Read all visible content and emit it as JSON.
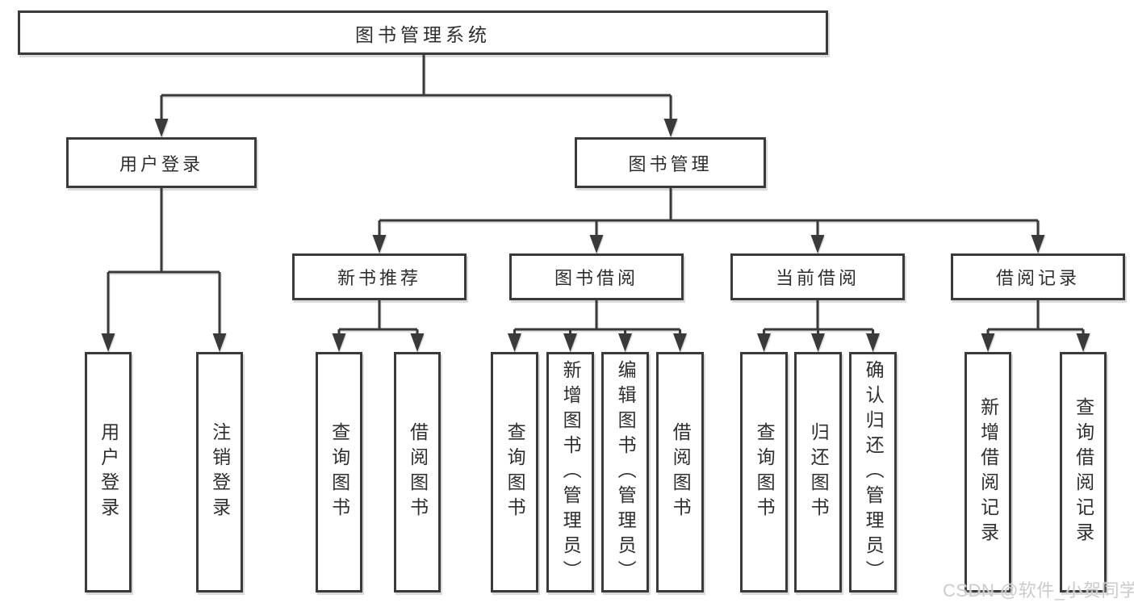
{
  "diagram": {
    "root": {
      "label": "图书管理系统"
    },
    "branches": [
      {
        "label": "用户登录",
        "children": [
          {
            "label": "用户登录"
          },
          {
            "label": "注销登录"
          }
        ]
      },
      {
        "label": "图书管理",
        "children": [
          {
            "label": "新书推荐",
            "children": [
              {
                "label": "查询图书"
              },
              {
                "label": "借阅图书"
              }
            ]
          },
          {
            "label": "图书借阅",
            "children": [
              {
                "label": "查询图书"
              },
              {
                "label": "新增图书（管理员）"
              },
              {
                "label": "编辑图书（管理员）"
              },
              {
                "label": "借阅图书"
              }
            ]
          },
          {
            "label": "当前借阅",
            "children": [
              {
                "label": "查询图书"
              },
              {
                "label": "归还图书"
              },
              {
                "label": "确认归还（管理员）"
              }
            ]
          },
          {
            "label": "借阅记录",
            "children": [
              {
                "label": "新增借阅记录"
              },
              {
                "label": "查询借阅记录"
              }
            ]
          }
        ]
      }
    ]
  },
  "watermark": {
    "text": "CSDN @软件_小贺同学"
  },
  "colors": {
    "line": "#3a3a3a",
    "text": "#2e2e2e",
    "background": "#ffffff",
    "box_fill": "#ffffff",
    "watermark": "#cbcbcb"
  }
}
